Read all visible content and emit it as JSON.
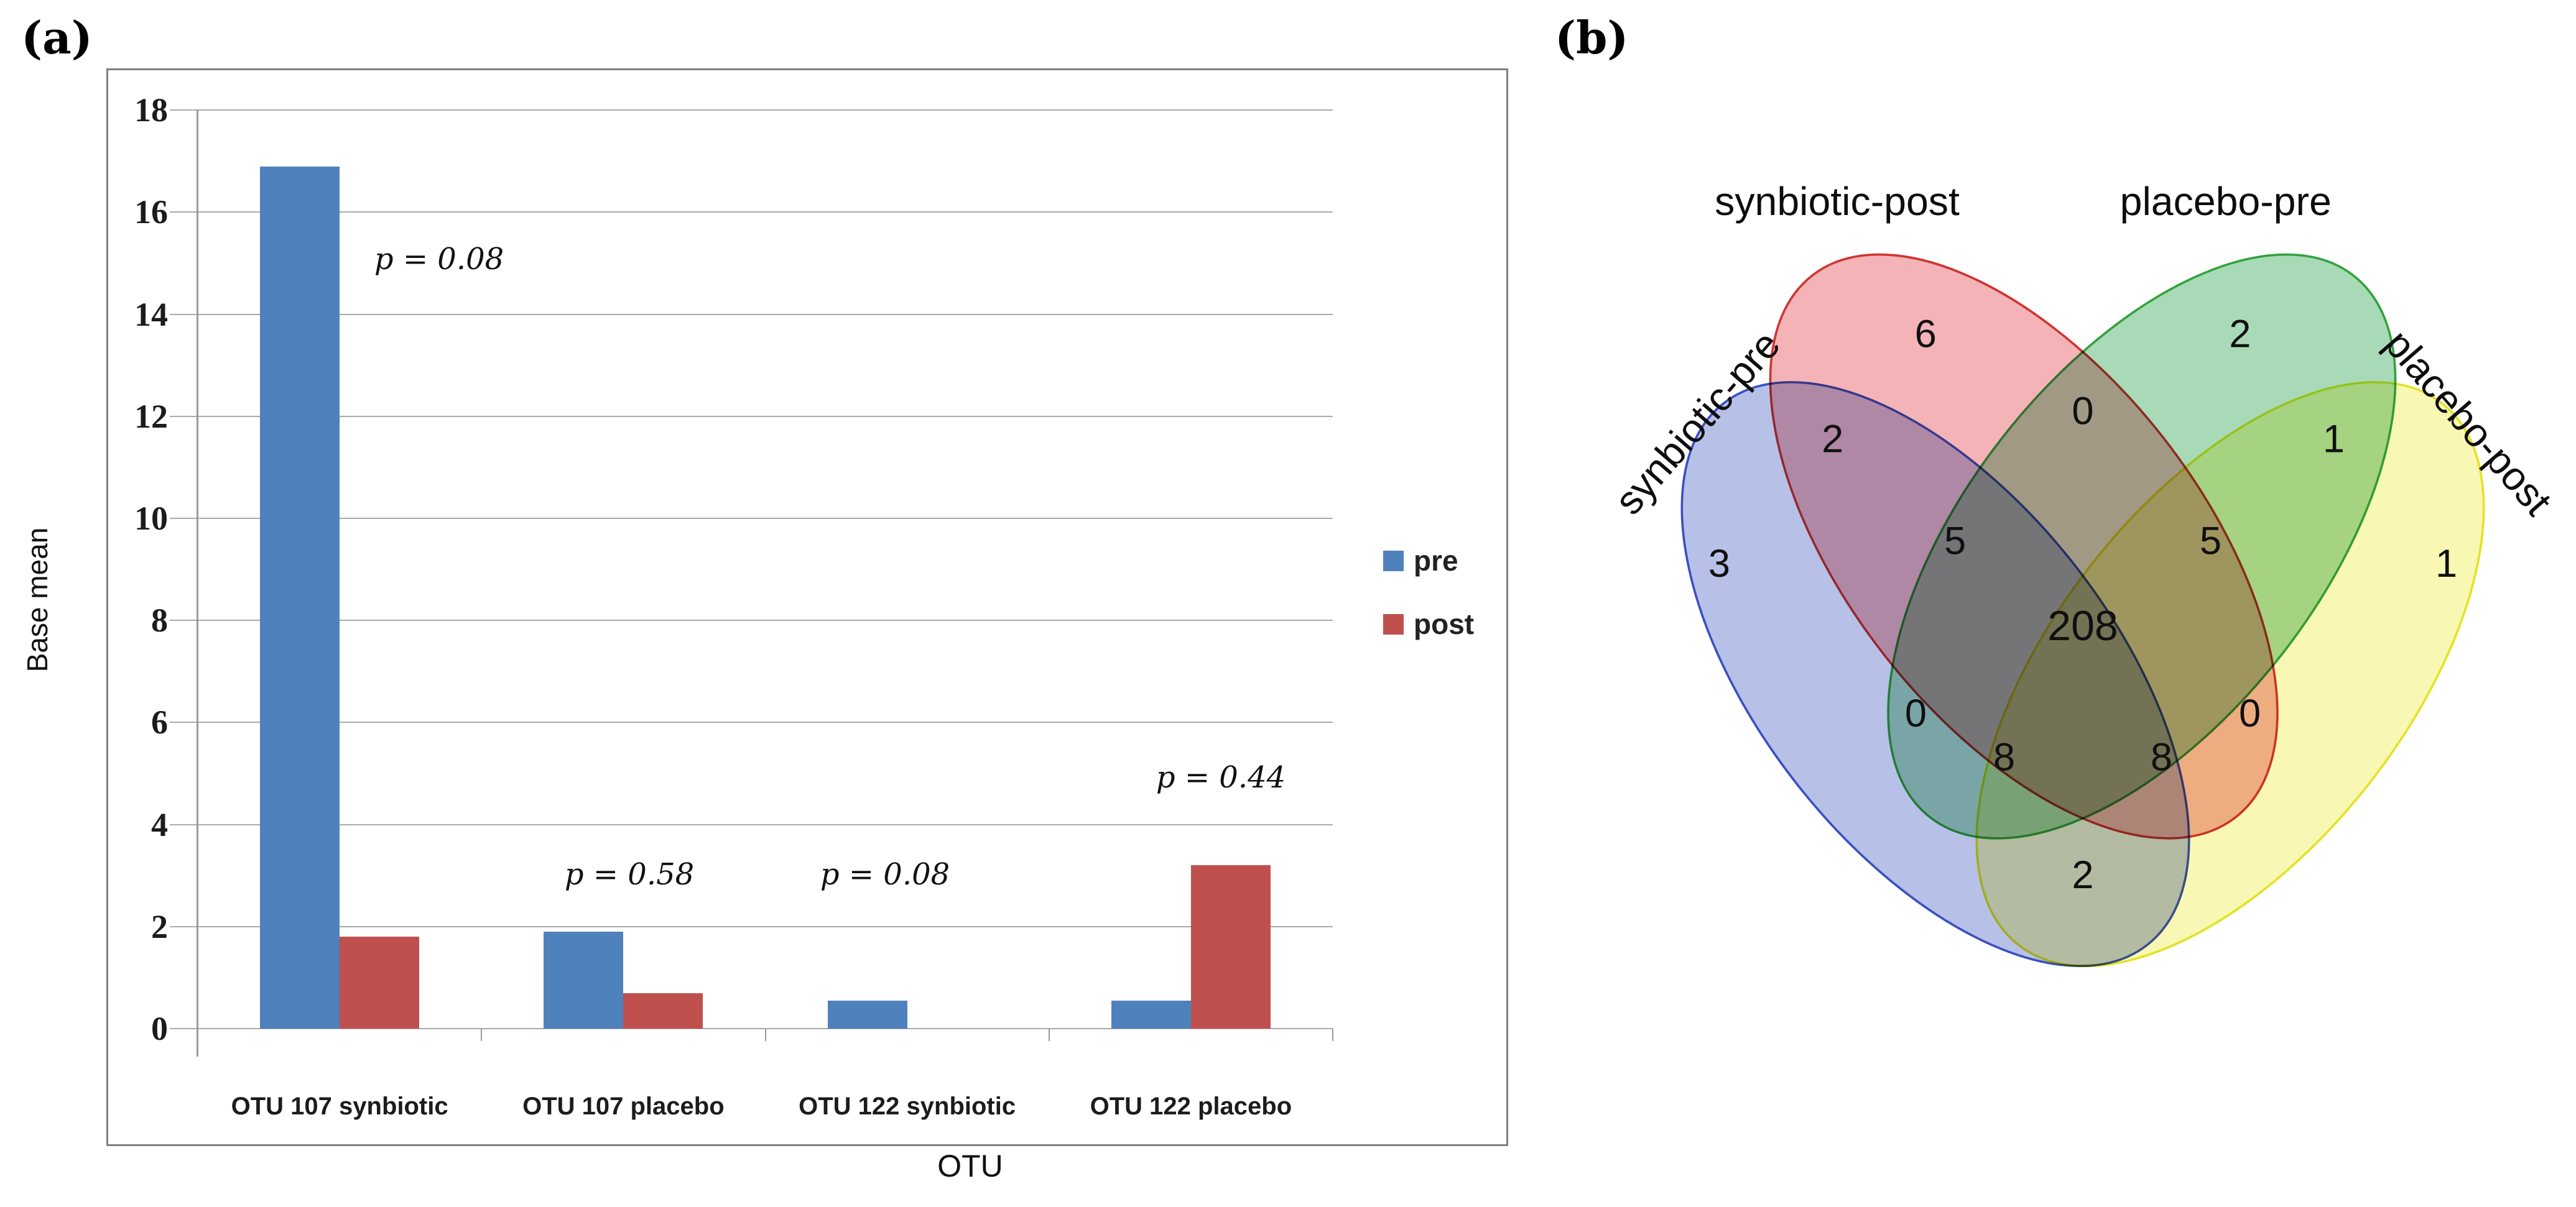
{
  "panels": {
    "a_tag": "(a)",
    "b_tag": "(b)"
  },
  "chart_data": [
    {
      "type": "bar",
      "panel": "a",
      "title": "",
      "xlabel": "OTU",
      "ylabel": "Base mean",
      "categories": [
        "OTU 107 synbiotic",
        "OTU 107 placebo",
        "OTU 122 synbiotic",
        "OTU 122 placebo"
      ],
      "series": [
        {
          "name": "pre",
          "color": "#4f81bd",
          "values": [
            16.9,
            1.9,
            0.55,
            0.55
          ]
        },
        {
          "name": "post",
          "color": "#c0504d",
          "values": [
            1.8,
            0.7,
            0,
            3.2
          ]
        }
      ],
      "annotations": [
        "p = 0.08",
        "p = 0.58",
        "p = 0.08",
        "p = 0.44"
      ],
      "ylim": [
        0,
        18
      ],
      "ytick_step": 2,
      "grid": true,
      "legend_position": "right-inside"
    },
    {
      "type": "venn4",
      "panel": "b",
      "sets": [
        {
          "key": "a",
          "label": "synbiotic-pre",
          "fill": "#8a9bd8",
          "stroke": "#3a50c2"
        },
        {
          "key": "b",
          "label": "synbiotic-post",
          "fill": "#ee858b",
          "stroke": "#d03432"
        },
        {
          "key": "c",
          "label": "placebo-pre",
          "fill": "#74c48a",
          "stroke": "#33a23e"
        },
        {
          "key": "d",
          "label": "placebo-post",
          "fill": "#f5f286",
          "stroke": "#e3e324"
        }
      ],
      "regions": [
        {
          "sets": [
            "synbiotic-pre"
          ],
          "count": 3
        },
        {
          "sets": [
            "synbiotic-post"
          ],
          "count": 6
        },
        {
          "sets": [
            "placebo-pre"
          ],
          "count": 2
        },
        {
          "sets": [
            "placebo-post"
          ],
          "count": 1
        },
        {
          "sets": [
            "synbiotic-pre",
            "synbiotic-post"
          ],
          "count": 2
        },
        {
          "sets": [
            "synbiotic-post",
            "placebo-pre"
          ],
          "count": 0
        },
        {
          "sets": [
            "placebo-pre",
            "placebo-post"
          ],
          "count": 1
        },
        {
          "sets": [
            "synbiotic-pre",
            "synbiotic-post",
            "placebo-pre"
          ],
          "count": 5
        },
        {
          "sets": [
            "synbiotic-post",
            "placebo-pre",
            "placebo-post"
          ],
          "count": 5
        },
        {
          "sets": [
            "synbiotic-pre",
            "placebo-pre"
          ],
          "count": 0
        },
        {
          "sets": [
            "synbiotic-post",
            "placebo-post"
          ],
          "count": 0
        },
        {
          "sets": [
            "synbiotic-pre",
            "synbiotic-post",
            "placebo-pre",
            "placebo-post"
          ],
          "count": 208
        },
        {
          "sets": [
            "synbiotic-pre",
            "placebo-pre",
            "placebo-post"
          ],
          "count": 8
        },
        {
          "sets": [
            "synbiotic-pre",
            "synbiotic-post",
            "placebo-post"
          ],
          "count": 8
        },
        {
          "sets": [
            "synbiotic-pre",
            "placebo-post"
          ],
          "count": 2
        }
      ]
    }
  ]
}
